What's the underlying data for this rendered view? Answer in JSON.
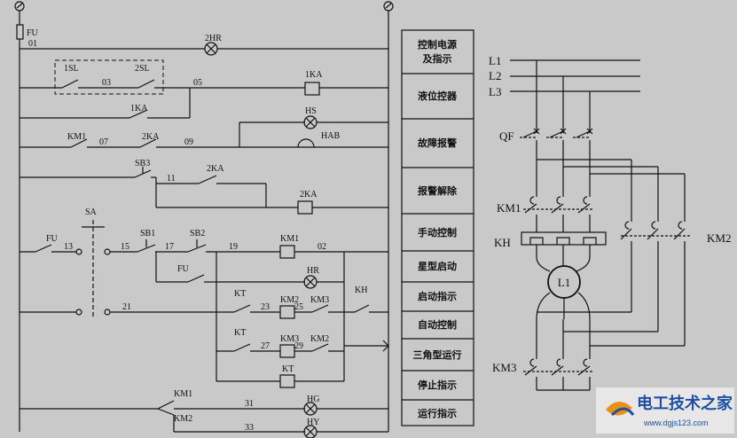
{
  "left_labels": {
    "fu": "FU",
    "n01": "01",
    "hr2": "2HR",
    "sl1": "1SL",
    "n03": "03",
    "sl2": "2SL",
    "n05": "05",
    "ka1": "1KA",
    "ka1_b": "1KA",
    "hs": "HS",
    "km1_a": "KM1",
    "n07": "07",
    "ka2_a": "2KA",
    "n09": "09",
    "hab": "HAB",
    "sb3": "SB3",
    "ka2_b": "2KA",
    "n11": "11",
    "ka2_c": "2KA",
    "sa": "SA",
    "fu_b": "FU",
    "n13": "13",
    "sb1": "SB1",
    "n15": "15",
    "sb2": "SB2",
    "n17": "17",
    "n19": "19",
    "km1_c": "KM1",
    "n02": "02",
    "fu_c": "FU",
    "hr": "HR",
    "kt_a": "KT",
    "km2_a": "KM2",
    "n25": "25",
    "km3_a": "KM3",
    "kh": "KH",
    "n23": "23",
    "n21": "21",
    "kt_b": "KT",
    "km3_b": "KM3",
    "km2_b": "KM2",
    "n27": "27",
    "n29": "29",
    "kt_c": "KT",
    "km1_d": "KM1",
    "km2_d": "KM2",
    "n31": "31",
    "hg": "HG",
    "n33": "33",
    "hy": "HY"
  },
  "right_labels": {
    "l1": "L1",
    "l2": "L2",
    "l3": "L3",
    "qf": "QF",
    "km1": "KM1",
    "kh": "KH",
    "motor": "L1",
    "km2": "KM2",
    "km3": "KM3"
  },
  "function_column": [
    [
      "控制电源",
      "及指示"
    ],
    [
      "液位控器"
    ],
    [
      "故障报警"
    ],
    [
      "报警解除"
    ],
    [
      "手动控制"
    ],
    [
      "星型启动"
    ],
    [
      "启动指示"
    ],
    [
      "自动控制"
    ],
    [
      "三角型运行"
    ],
    [
      "停止指示"
    ],
    [
      "运行指示"
    ]
  ],
  "watermark": {
    "top": "电工技术之家",
    "bottom": "www.dgjs123.com"
  }
}
